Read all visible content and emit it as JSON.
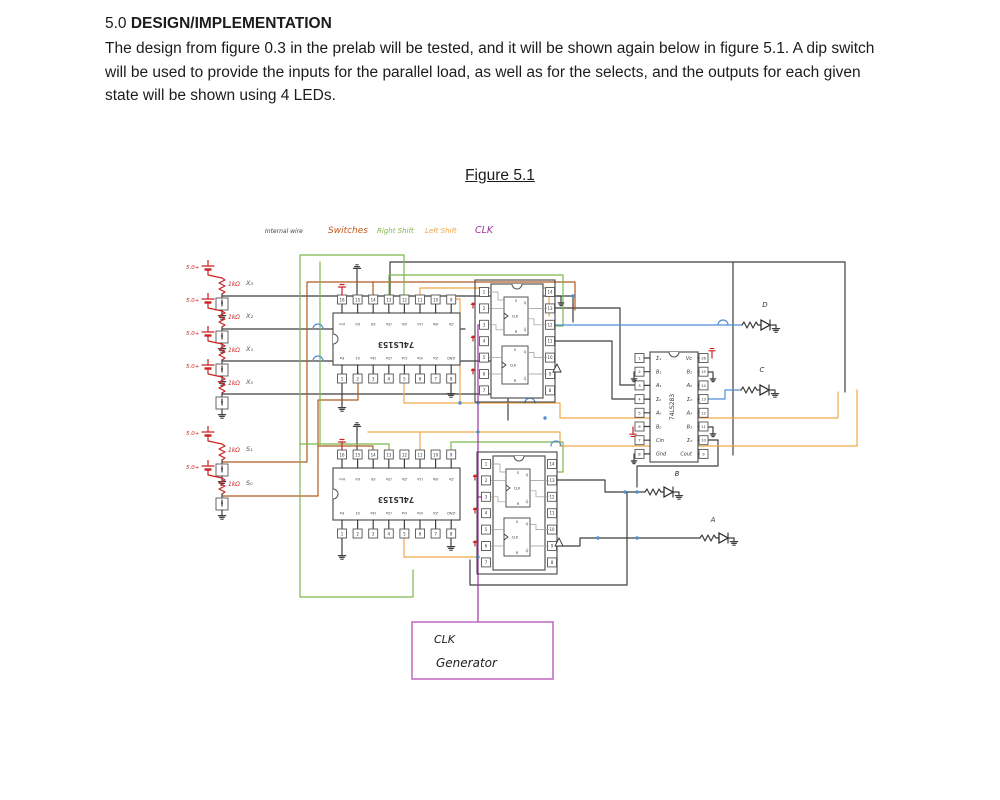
{
  "page": {
    "heading_prefix": "5.0 ",
    "heading_title": "DESIGN/IMPLEMENTATION",
    "paragraph": "The design from figure 0.3 in the prelab will be tested, and it will be shown again below in figure 5.1. A dip switch will be used to provide the inputs for the parallel load, as well as for the selects, and the outputs for each given state will be shown using 4 LEDs.",
    "figure_caption": "Figure 5.1"
  },
  "legend": {
    "items": [
      {
        "label": "Internal wire",
        "color": "#3f3f3f"
      },
      {
        "label": "Switches",
        "color": "#c4571d"
      },
      {
        "label": "Right Shift",
        "color": "#7cb84c"
      },
      {
        "label": "Left Shift",
        "color": "#efa64a"
      },
      {
        "label": "CLK",
        "color": "#993399"
      }
    ]
  },
  "switch_bank": {
    "supply_label": "5.0+",
    "resistor_label": "1kΩ",
    "rows": [
      "X₃",
      "X₂",
      "X₁",
      "X₀",
      "S₁",
      "S₀"
    ]
  },
  "chips": {
    "mux1": {
      "name": "74LS153",
      "top_pin_numbers": [
        "16",
        "15",
        "14",
        "13",
        "12",
        "11",
        "10",
        "9"
      ],
      "bottom_pin_numbers": [
        "1",
        "2",
        "3",
        "4",
        "5",
        "6",
        "7",
        "8"
      ],
      "top_pin_labels": [
        "Vcc",
        "Eb",
        "S0",
        "I3b",
        "I2b",
        "I1b",
        "I0b",
        "Zb"
      ],
      "bottom_pin_labels": [
        "Ea",
        "S1",
        "I3a",
        "I2a",
        "I1a",
        "I0a",
        "Za",
        "GND"
      ]
    },
    "mux2": {
      "name": "74LS153",
      "top_pin_numbers": [
        "16",
        "15",
        "14",
        "13",
        "12",
        "11",
        "10",
        "9"
      ],
      "bottom_pin_numbers": [
        "1",
        "2",
        "3",
        "4",
        "5",
        "6",
        "7",
        "8"
      ],
      "top_pin_labels": [
        "Vcc",
        "Eb",
        "S0",
        "I3b",
        "I2b",
        "I1b",
        "I0b",
        "Zb"
      ],
      "bottom_pin_labels": [
        "Ea",
        "S1",
        "I3a",
        "I2a",
        "I1a",
        "I0a",
        "Za",
        "GND"
      ]
    },
    "ff1": {
      "left_pin_numbers": [
        "1",
        "2",
        "3",
        "4",
        "5",
        "6",
        "7"
      ],
      "right_pin_numbers": [
        "14",
        "13",
        "12",
        "11",
        "10",
        "9",
        "8"
      ]
    },
    "ff2": {
      "left_pin_numbers": [
        "1",
        "2",
        "3",
        "4",
        "5",
        "6",
        "7"
      ],
      "right_pin_numbers": [
        "14",
        "13",
        "12",
        "11",
        "10",
        "9",
        "8"
      ]
    },
    "ff_block": {
      "clk": "CLK",
      "set": "S",
      "reset": "R",
      "q": "Q",
      "qn": "Q̄"
    },
    "adder": {
      "name": "74LS283",
      "left": [
        {
          "n": "1",
          "l": "Σ₁"
        },
        {
          "n": "2",
          "l": "B₁"
        },
        {
          "n": "3",
          "l": "A₁"
        },
        {
          "n": "4",
          "l": "Σ₀"
        },
        {
          "n": "5",
          "l": "A₀"
        },
        {
          "n": "6",
          "l": "B₀"
        },
        {
          "n": "7",
          "l": "Cin"
        },
        {
          "n": "8",
          "l": "Gnd"
        }
      ],
      "right": [
        {
          "n": "16",
          "l": "Vc"
        },
        {
          "n": "15",
          "l": "B₂"
        },
        {
          "n": "14",
          "l": "A₂"
        },
        {
          "n": "13",
          "l": "Σ₂"
        },
        {
          "n": "12",
          "l": "A₃"
        },
        {
          "n": "11",
          "l": "B₃"
        },
        {
          "n": "10",
          "l": "Σ₃"
        },
        {
          "n": "9",
          "l": "Cout"
        }
      ]
    }
  },
  "leds": [
    "D",
    "C",
    "B",
    "A"
  ],
  "clk_generator": {
    "line1": "CLK",
    "line2": "Generator"
  },
  "colors": {
    "internal": "#3f3f3f",
    "switches": "#b05a1e",
    "right_shift": "#7cb84c",
    "left_shift": "#efa64a",
    "clk": "#993399",
    "blue": "#4f8fd3",
    "red": "#cc2222",
    "clk_box": "#bf66bf"
  }
}
